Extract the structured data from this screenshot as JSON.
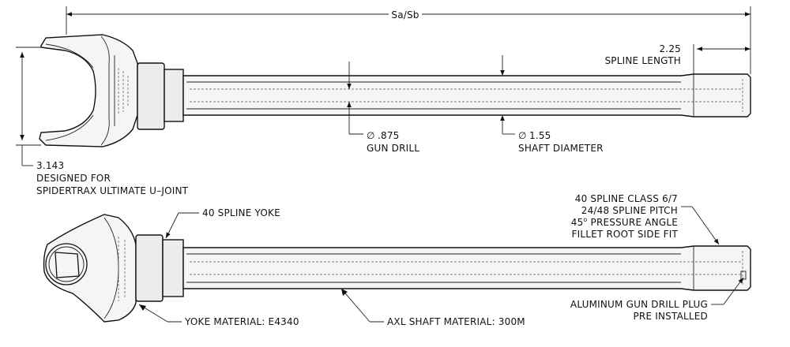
{
  "dimensions": {
    "overall_length": "Sa/Sb",
    "spline_length_value": "2.25",
    "spline_length_label": "SPLINE LENGTH",
    "gun_drill_value": ".875",
    "gun_drill_label": "GUN DRILL",
    "shaft_diameter_value": "1.55",
    "shaft_diameter_label": "SHAFT DIAMETER",
    "yoke_width_value": "3.143",
    "yoke_width_line1": "DESIGNED FOR",
    "yoke_width_line2": "SPIDERTRAX ULTIMATE U–JOINT",
    "diameter_symbol": "∅"
  },
  "callouts": {
    "spline_yoke": "40 SPLINE YOKE",
    "spline_spec_1": "40 SPLINE CLASS 6/7",
    "spline_spec_2": "24/48 SPLINE PITCH",
    "spline_spec_3_num": "45",
    "spline_spec_3_deg": "o",
    "spline_spec_3_text": " PRESSURE ANGLE",
    "spline_spec_4": "FILLET ROOT SIDE FIT",
    "yoke_material": "YOKE MATERIAL: E4340",
    "shaft_material": "AXL SHAFT MATERIAL: 300M",
    "plug_line1": "ALUMINUM GUN DRILL PLUG",
    "plug_line2": "PRE INSTALLED"
  }
}
